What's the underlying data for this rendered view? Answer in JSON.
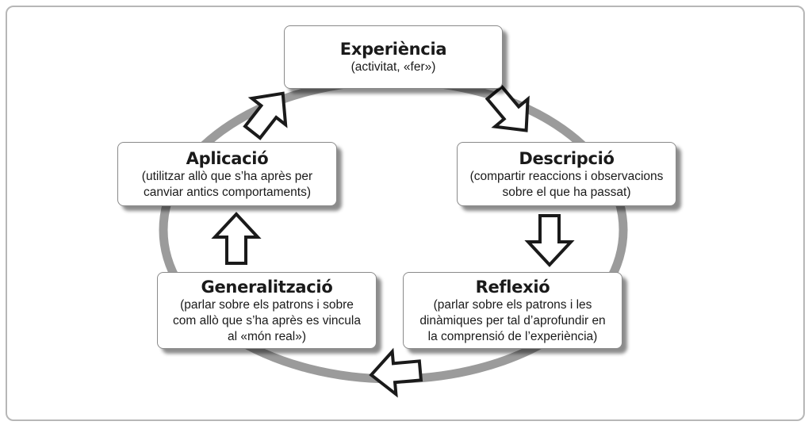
{
  "diagram": {
    "stages": [
      {
        "id": "experiencia",
        "title": "Experiència",
        "description": [
          "(activitat, «fer»)"
        ]
      },
      {
        "id": "descripcio",
        "title": "Descripció",
        "description": [
          "(compartir reaccions i observacions",
          "sobre el que ha passat)"
        ]
      },
      {
        "id": "reflexio",
        "title": "Reflexió",
        "description": [
          "(parlar sobre els patrons i les",
          "dinàmiques per tal d’aprofundir en",
          "la comprensió de l’experiència)"
        ]
      },
      {
        "id": "generalitzacio",
        "title": "Generalització",
        "description": [
          "(parlar sobre els patrons i sobre",
          "com allò que s’ha après es vincula",
          "al «món real»)"
        ]
      },
      {
        "id": "aplicacio",
        "title": "Aplicació",
        "description": [
          "(utilitzar allò que s’ha après per",
          "canviar antics comportaments)"
        ]
      }
    ],
    "cycle_direction": "clockwise",
    "colors": {
      "ring": "#9b9b9b",
      "box_border": "#8a8a8a",
      "arrow_stroke": "#1a1a1a",
      "arrow_fill": "#ffffff",
      "frame": "#b7b7b7"
    }
  }
}
